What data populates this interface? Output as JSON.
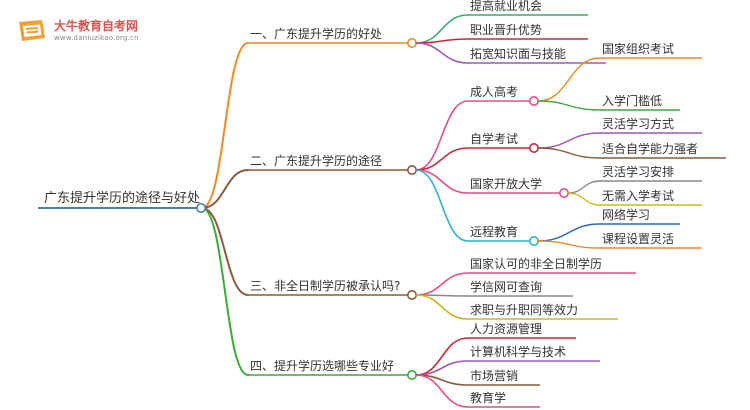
{
  "logo": {
    "title": "大牛教育自考网",
    "url": "www.daniuzikao.org.cn",
    "colors": {
      "text": "#d9534f",
      "badge": "#f0a030"
    }
  },
  "root": {
    "label": "广东提升学历的途径与好处",
    "color": "#4a7fa8"
  },
  "branches": [
    {
      "label": "一、广东提升学历的好处",
      "color": "#f08a24",
      "children": [
        {
          "label": "提高就业机会",
          "color": "#3aaa6a"
        },
        {
          "label": "职业晋升优势",
          "color": "#c8283c"
        },
        {
          "label": "拓宽知识面与技能",
          "color": "#9b59b6"
        }
      ]
    },
    {
      "label": "二、广东提升学历的途径",
      "color": "#8a5a3c",
      "children": [
        {
          "label": "成人高考",
          "color": "#e84a8c",
          "children": [
            {
              "label": "国家组织考试",
              "color": "#f08a24"
            },
            {
              "label": "入学门槛低",
              "color": "#3aaa3a"
            }
          ]
        },
        {
          "label": "自学考试",
          "color": "#c8283c",
          "children": [
            {
              "label": "灵活学习方式",
              "color": "#9b59b6"
            },
            {
              "label": "适合自学能力强者",
              "color": "#8a5a3c"
            }
          ]
        },
        {
          "label": "国家开放大学",
          "color": "#e84a8c",
          "children": [
            {
              "label": "灵活学习安排",
              "color": "#888888"
            },
            {
              "label": "无需入学考试",
              "color": "#c8b820"
            }
          ]
        },
        {
          "label": "远程教育",
          "color": "#2ab5c8",
          "children": [
            {
              "label": "网络学习",
              "color": "#2a6ab5"
            },
            {
              "label": "课程设置灵活",
              "color": "#f08a24"
            }
          ]
        }
      ]
    },
    {
      "label": "三、非全日制学历被承认吗?",
      "color": "#8a5a3c",
      "children": [
        {
          "label": "国家认可的非全日制学历",
          "color": "#e84a8c"
        },
        {
          "label": "学信网可查询",
          "color": "#888888"
        },
        {
          "label": "求职与升职同等效力",
          "color": "#c8b820"
        }
      ]
    },
    {
      "label": "四、提升学历选哪些专业好",
      "color": "#3aaa3a",
      "children": [
        {
          "label": "人力资源管理",
          "color": "#c8283c"
        },
        {
          "label": "计算机科学与技术",
          "color": "#9b59b6"
        },
        {
          "label": "市场营销",
          "color": "#8a5a3c"
        },
        {
          "label": "教育学",
          "color": "#e84a8c"
        }
      ]
    }
  ]
}
